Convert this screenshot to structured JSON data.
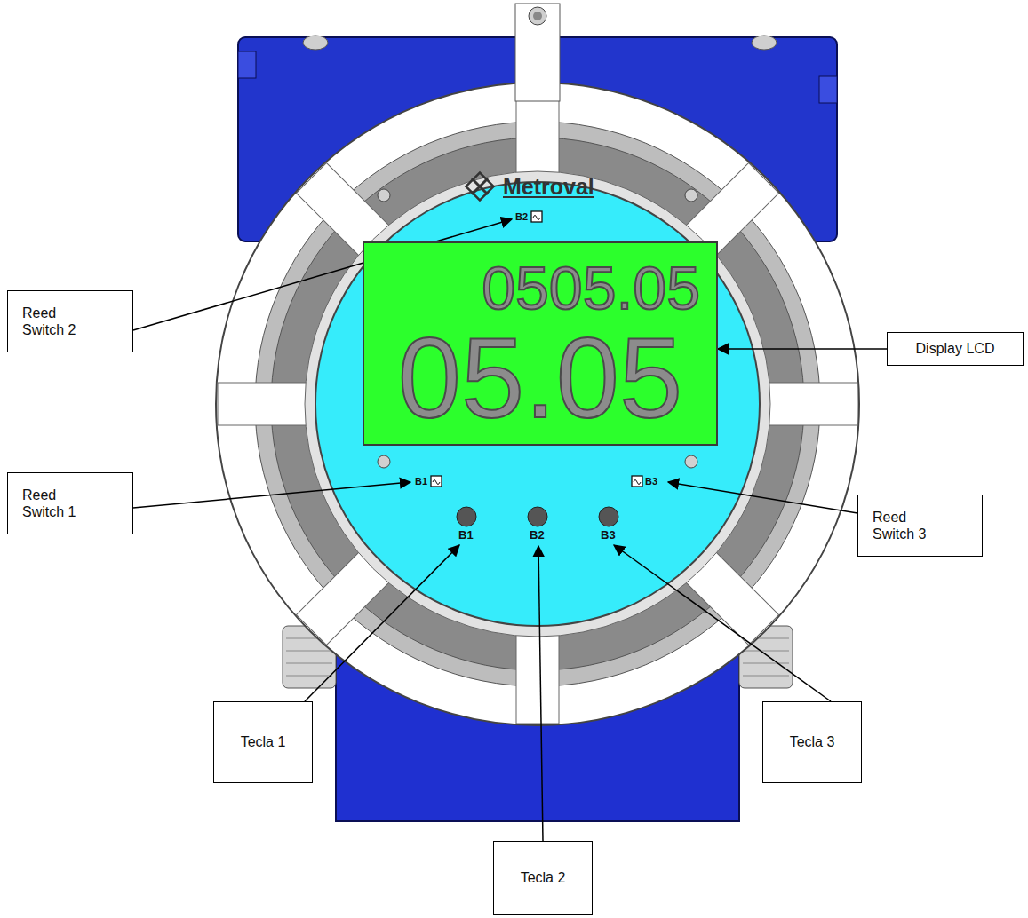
{
  "diagram": {
    "nodes": [
      {
        "text": [
          "0505.05",
          "05.05"
        ]
      },
      {
        "text": [
          "Reed Switch 2"
        ]
      },
      {
        "text": [
          "Display LCD"
        ]
      },
      {
        "text": [
          "Reed Switch 1"
        ]
      },
      {
        "text": [
          "Reed Switch 3"
        ]
      },
      {
        "text": [
          "Tecla 1"
        ]
      },
      {
        "text": [
          "Tecla 3"
        ]
      },
      {
        "text": [
          "Tecla 2"
        ]
      }
    ],
    "edges": [
      {
        "from": 2,
        "to": 0,
        "arrow": "to"
      }
    ],
    "labels": [
      "Metroval",
      "B2",
      "B1",
      "B3",
      "B1",
      "B2",
      "B3"
    ]
  }
}
